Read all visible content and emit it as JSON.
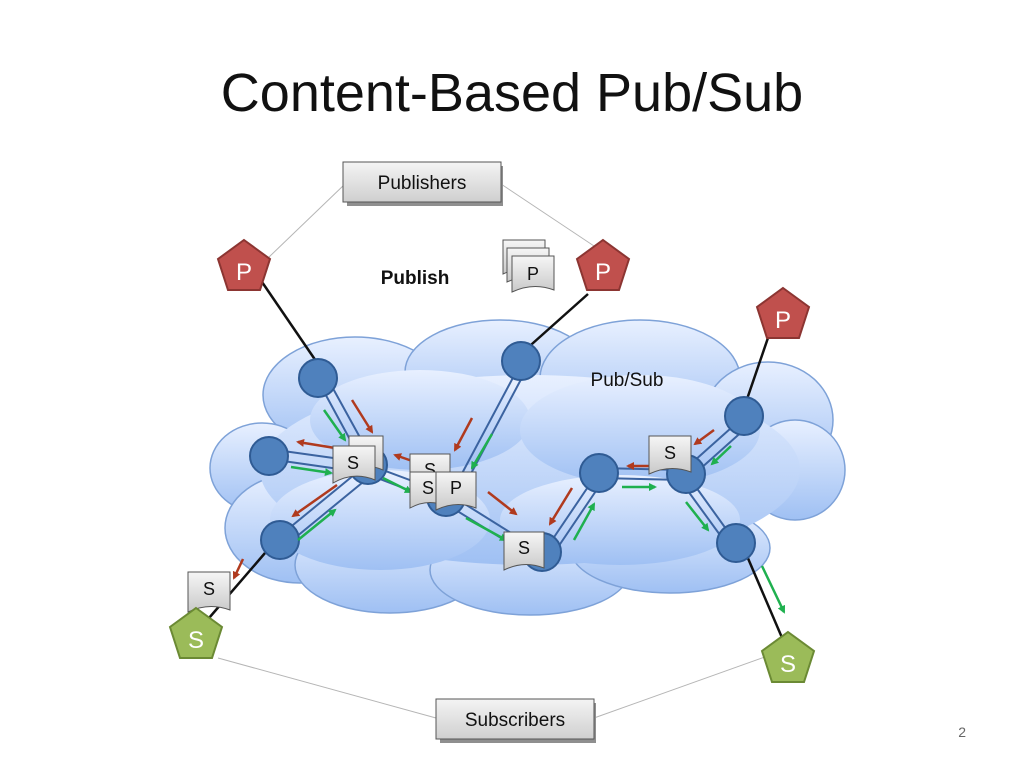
{
  "slide": {
    "title": "Content-Based Pub/Sub",
    "number": "2"
  },
  "labels": {
    "publishers": "Publishers",
    "subscribers": "Subscribers",
    "publish": "Publish",
    "cloud": "Pub/Sub"
  },
  "nodes": {
    "publisher": "P",
    "subscriber": "S"
  },
  "messages": {
    "publication": "P",
    "subscription": "S"
  },
  "colors": {
    "publisher_fill": "#c0504d",
    "subscriber_fill": "#9bbb59",
    "broker_fill": "#4f81bd",
    "cloud_top": "#e6efff",
    "cloud_bottom": "#9fc0f2",
    "arrow_red": "#b03a1e",
    "arrow_green": "#1fb04f"
  }
}
